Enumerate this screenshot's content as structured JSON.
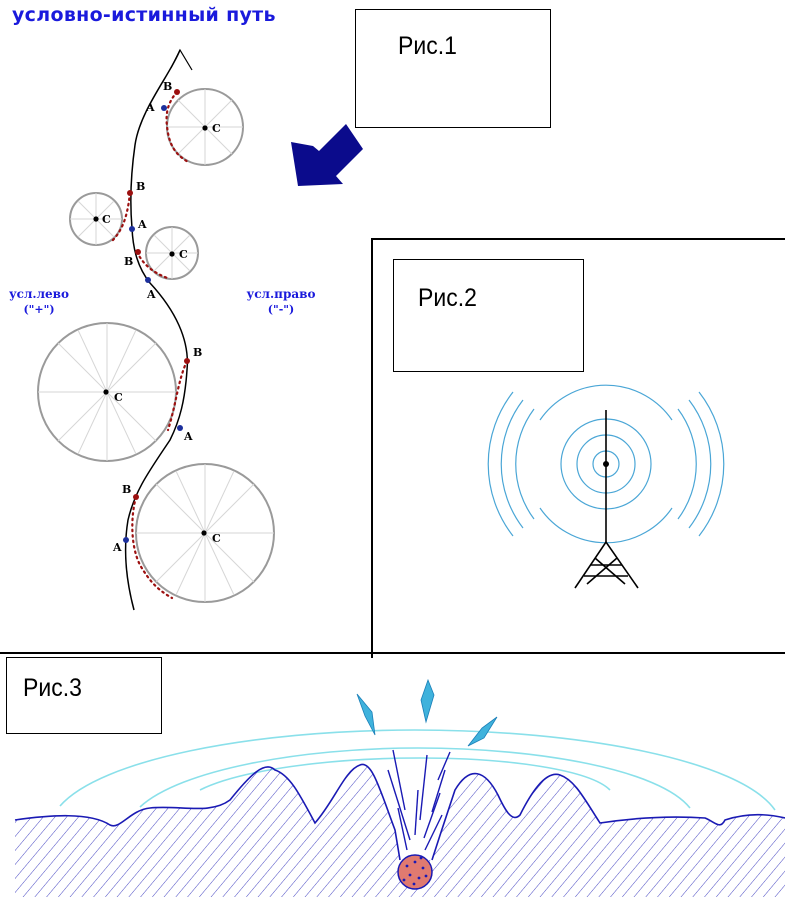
{
  "title": "условно-истинный путь",
  "figures": {
    "fig1": "Рис.1",
    "fig2": "Рис.2",
    "fig3": "Рис.3"
  },
  "labels": {
    "left": "усл.лево",
    "left_sign": "(\"+\")",
    "right": "усл.право",
    "right_sign": "(\"-\")",
    "point_a": "A",
    "point_b": "B",
    "point_c": "C"
  },
  "colors": {
    "title": "#1a1adc",
    "arrow": "#0b0b8c",
    "point_a": "#1c2f9c",
    "point_b": "#9c1010",
    "waves": "#4aa6d6",
    "surface": "#1a1ab4",
    "core": "#e07a70"
  },
  "icons": [
    "up-arrow-icon",
    "pointer-arrow-icon",
    "radio-tower-icon",
    "explosion-icon"
  ]
}
